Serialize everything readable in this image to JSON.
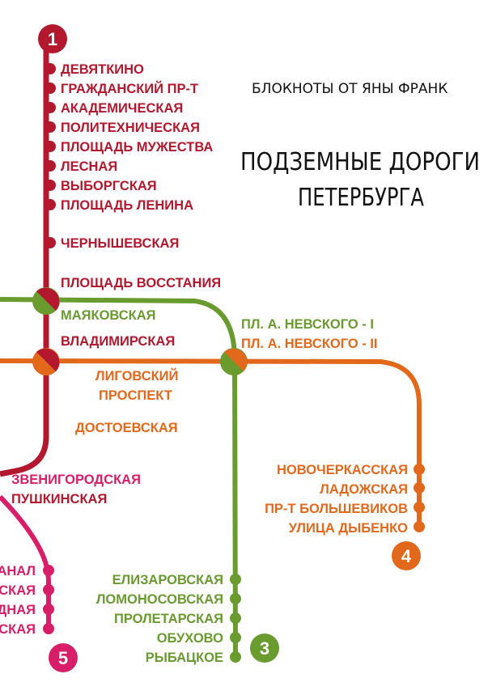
{
  "title": {
    "publisher": "БЛОКНОТЫ ОТ ЯНЫ ФРАНК",
    "line1": "ПОДЗЕМНЫЕ ДОРОГИ",
    "line2": "ПЕТЕРБУРГА"
  },
  "colors": {
    "line1": "#b3182e",
    "line3": "#6a9b2f",
    "line4": "#e2691c",
    "line5": "#d81e68"
  },
  "lines": {
    "l1": "1",
    "l3": "3",
    "l4": "4",
    "l5": "5"
  },
  "stations": {
    "l1": [
      "ДЕВЯТКИНО",
      "ГРАЖДАНСКИЙ ПР-Т",
      "АКАДЕМИЧЕСКАЯ",
      "ПОЛИТЕХНИЧЕСКАЯ",
      "ПЛОЩАДЬ МУЖЕСТВА",
      "ЛЕСНАЯ",
      "ВЫБОРГСКАЯ",
      "ПЛОЩАДЬ ЛЕНИНА",
      "ЧЕРНЫШЕВСКАЯ",
      "ПЛОЩАДЬ ВОССТАНИЯ",
      "ВЛАДИМИРСКАЯ",
      "ПУШКИНСКАЯ"
    ],
    "l3": [
      "МАЯКОВСКАЯ",
      "ПЛ. А. НЕВСКОГО - I",
      "ЕЛИЗАРОВСКАЯ",
      "ЛОМОНОСОВСКАЯ",
      "ПРОЛЕТАРСКАЯ",
      "ОБУХОВО",
      "РЫБАЦКОЕ"
    ],
    "l4": [
      "ПЛ. А. НЕВСКОГО - II",
      "ЛИГОВСКИЙ",
      "ПРОСПЕКТ",
      "ДОСТОЕВСКАЯ",
      "НОВОЧЕРКАССКАЯ",
      "ЛАДОЖСКАЯ",
      "ПР-Т БОЛЬШЕВИКОВ",
      "УЛИЦА ДЫБЕНКО"
    ],
    "l5": [
      "ЗВЕНИГОРОДСКАЯ",
      "АНАЛ",
      "СКАЯ",
      "ДНАЯ",
      "СКАЯ"
    ]
  }
}
